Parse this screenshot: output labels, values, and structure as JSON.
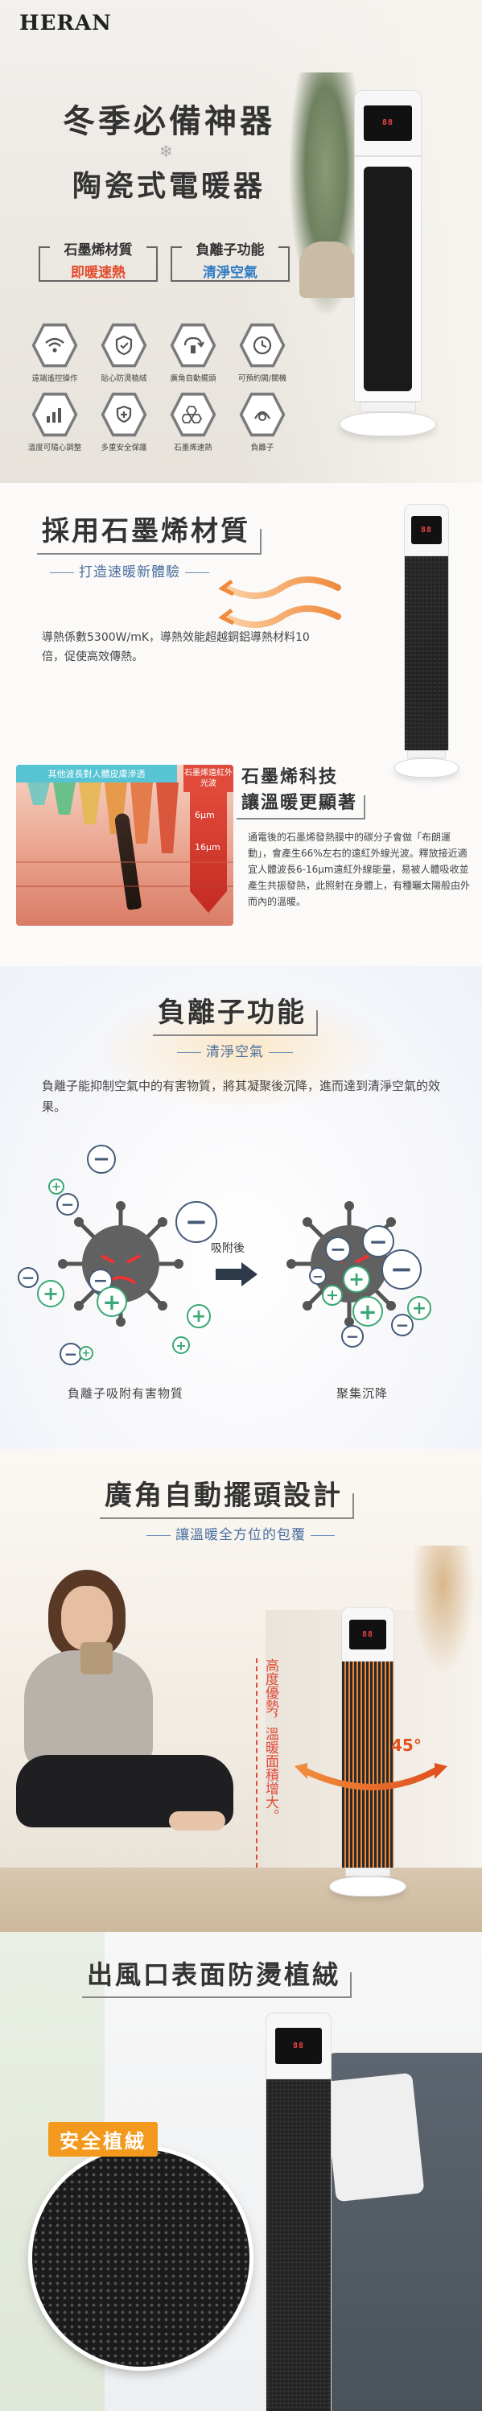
{
  "brand": "HERAN",
  "hero": {
    "title_line1": "冬季必備神器",
    "title_line2": "陶瓷式電暖器",
    "deco_symbol": "❄",
    "tag_left": {
      "line1": "石墨烯材質",
      "line2": "即暖速熱",
      "color": "#e24a2a"
    },
    "tag_right": {
      "line1": "負離子功能",
      "line2": "清淨空氣",
      "color": "#2e7cc4"
    },
    "display_digits": "88",
    "features": [
      {
        "label": "遠端遙控操作",
        "icon": "wifi-icon"
      },
      {
        "label": "貼心防燙植絨",
        "icon": "shield-icon"
      },
      {
        "label": "廣角自動擺頭",
        "icon": "rotate-icon"
      },
      {
        "label": "可預約開/關機",
        "icon": "clock-icon"
      },
      {
        "label": "溫度可隨心調整",
        "icon": "thermo-bars-icon"
      },
      {
        "label": "多重安全保護",
        "icon": "hand-shield-icon"
      },
      {
        "label": "石墨烯速熱",
        "icon": "hexagon-graphene-icon"
      },
      {
        "label": "負離子",
        "icon": "ion-icon"
      }
    ]
  },
  "graphene": {
    "title": "採用石墨烯材質",
    "subtitle": "打造速暖新體驗",
    "para": "導熱係數5300W/mK，導熱效能超越銅鋁導熱材料10倍，促使高效傳熱。",
    "skin_bar": "其他波長對人體皮膚滲透",
    "red_bar": "石墨烯遠紅外光波",
    "layer_label_top": "6μm",
    "layer_label_bottom": "16μm",
    "tech_title_1": "石墨烯科技",
    "tech_title_2": "讓溫暖更顯著",
    "tech_para": "通電後的石墨烯發熱膜中的碳分子會做「布朗運動」，會產生66%左右的遠紅外線光波。釋放接近適宜人體波長6-16μm遠紅外線能量，易被人體吸收並產生共振發熱，此照射在身體上，有種曬太陽般由外而內的溫暖。",
    "wave_color": "#f08a3c"
  },
  "ion": {
    "title": "負離子功能",
    "subtitle": "清淨空氣",
    "para": "負離子能抑制空氣中的有害物質，將其凝聚後沉降，進而達到清淨空氣的效果。",
    "arrow_label": "吸附後",
    "caption_left": "負離子吸附有害物質",
    "caption_right": "聚集沉降",
    "minus": "−",
    "plus": "+"
  },
  "swing": {
    "title": "廣角自動擺頭設計",
    "subtitle": "讓溫暖全方位的包覆",
    "vertical_text": "高度優勢，溫暖面積增大。",
    "angle": "45°"
  },
  "flock": {
    "title": "出風口表面防燙植絨",
    "badge": "安全植絨"
  }
}
